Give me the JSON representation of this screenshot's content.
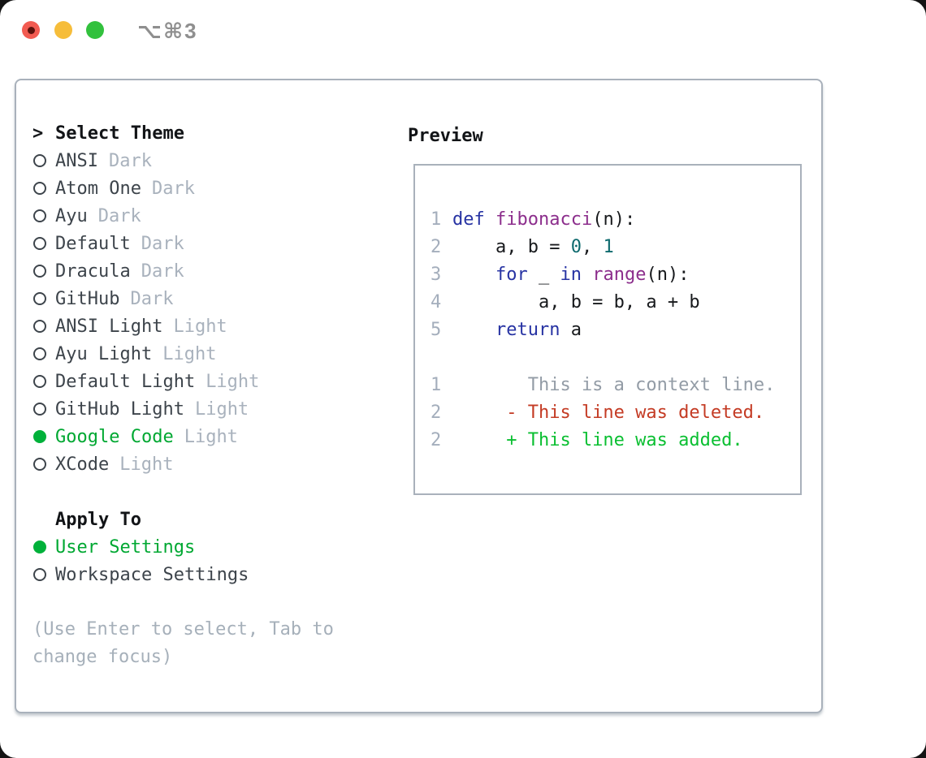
{
  "window": {
    "title": "⌥⌘3"
  },
  "themes": {
    "cursor": ">",
    "header": "Select Theme",
    "items": [
      {
        "name": "ANSI",
        "tag": "Dark",
        "selected": false
      },
      {
        "name": "Atom One",
        "tag": "Dark",
        "selected": false
      },
      {
        "name": "Ayu",
        "tag": "Dark",
        "selected": false
      },
      {
        "name": "Default",
        "tag": "Dark",
        "selected": false
      },
      {
        "name": "Dracula",
        "tag": "Dark",
        "selected": false
      },
      {
        "name": "GitHub",
        "tag": "Dark",
        "selected": false
      },
      {
        "name": "ANSI Light",
        "tag": "Light",
        "selected": false
      },
      {
        "name": "Ayu Light",
        "tag": "Light",
        "selected": false
      },
      {
        "name": "Default Light",
        "tag": "Light",
        "selected": false
      },
      {
        "name": "GitHub Light",
        "tag": "Light",
        "selected": false
      },
      {
        "name": "Google Code",
        "tag": "Light",
        "selected": true
      },
      {
        "name": "XCode",
        "tag": "Light",
        "selected": false
      }
    ]
  },
  "apply_to": {
    "header": "Apply To",
    "options": [
      {
        "label": "User Settings",
        "selected": true
      },
      {
        "label": "Workspace Settings",
        "selected": false
      }
    ]
  },
  "help": {
    "line1": "(Use Enter to select, Tab to",
    "line2": "change focus)"
  },
  "preview": {
    "header": "Preview",
    "code": [
      {
        "num": "1",
        "tokens": [
          {
            "c": "kw",
            "t": "def"
          },
          {
            "c": "pl",
            "t": " "
          },
          {
            "c": "fn",
            "t": "fibonacci"
          },
          {
            "c": "pl",
            "t": "(n):"
          }
        ]
      },
      {
        "num": "2",
        "tokens": [
          {
            "c": "pl",
            "t": "    a, b = "
          },
          {
            "c": "num",
            "t": "0"
          },
          {
            "c": "pl",
            "t": ", "
          },
          {
            "c": "num",
            "t": "1"
          }
        ]
      },
      {
        "num": "3",
        "tokens": [
          {
            "c": "pl",
            "t": "    "
          },
          {
            "c": "kw",
            "t": "for"
          },
          {
            "c": "pl",
            "t": " _ "
          },
          {
            "c": "kw",
            "t": "in"
          },
          {
            "c": "pl",
            "t": " "
          },
          {
            "c": "fn",
            "t": "range"
          },
          {
            "c": "pl",
            "t": "(n):"
          }
        ]
      },
      {
        "num": "4",
        "tokens": [
          {
            "c": "pl",
            "t": "        a, b = b, a + b"
          }
        ]
      },
      {
        "num": "5",
        "tokens": [
          {
            "c": "pl",
            "t": "    "
          },
          {
            "c": "kw",
            "t": "return"
          },
          {
            "c": "pl",
            "t": " a"
          }
        ]
      }
    ],
    "diff": [
      {
        "num": "1",
        "type": "context",
        "text": "       This is a context line."
      },
      {
        "num": "2",
        "type": "deleted",
        "text": "     - This line was deleted."
      },
      {
        "num": "2",
        "type": "added",
        "text": "     + This line was added."
      }
    ]
  },
  "colors": {
    "accent_green": "#00b13a",
    "keyword_blue": "#2733a3",
    "function_purple": "#8c2e8c",
    "number_teal": "#0e6a6e",
    "deleted_red": "#c43b24",
    "added_green": "#0abf31",
    "muted_gray": "#a9b2bd",
    "border_gray": "#a9b1bb",
    "traffic_red": "#f25b51",
    "traffic_yellow": "#f6bd3a",
    "traffic_green": "#32c13d"
  }
}
